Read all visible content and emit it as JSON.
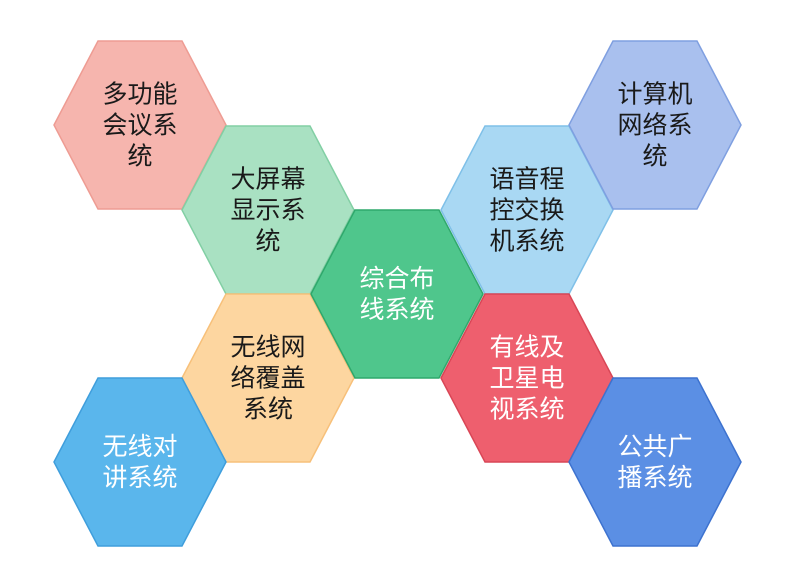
{
  "diagram": {
    "nodes": [
      {
        "id": "multi-meeting",
        "lines": [
          "多功能",
          "会议系",
          "统"
        ],
        "fill": "#F6B5AE",
        "stroke": "#EE9C93",
        "text_color": "#1a1a1a"
      },
      {
        "id": "large-screen",
        "lines": [
          "大屏幕",
          "显示系",
          "统"
        ],
        "fill": "#A9E1C2",
        "stroke": "#82CFA4",
        "text_color": "#1a1a1a"
      },
      {
        "id": "wireless-network",
        "lines": [
          "无线网",
          "络覆盖",
          "系统"
        ],
        "fill": "#FDD6A0",
        "stroke": "#F7C07A",
        "text_color": "#1a1a1a"
      },
      {
        "id": "wireless-intercom",
        "lines": [
          "无线对",
          "讲系统"
        ],
        "fill": "#5AB6EC",
        "stroke": "#3F9EDC",
        "text_color": "#ffffff"
      },
      {
        "id": "integrated-cabling",
        "lines": [
          "综合布",
          "线系统"
        ],
        "fill": "#4FC68C",
        "stroke": "#2FA86C",
        "text_color": "#ffffff"
      },
      {
        "id": "voice-pbx",
        "lines": [
          "语音程",
          "控交换",
          "机系统"
        ],
        "fill": "#A9D8F3",
        "stroke": "#7FC0E8",
        "text_color": "#1a1a1a"
      },
      {
        "id": "cable-satellite-tv",
        "lines": [
          "有线及",
          "卫星电",
          "视系统"
        ],
        "fill": "#EE5F6E",
        "stroke": "#D94656",
        "text_color": "#ffffff"
      },
      {
        "id": "computer-network",
        "lines": [
          "计算机",
          "网络系",
          "统"
        ],
        "fill": "#A9C0EE",
        "stroke": "#7F9FE0",
        "text_color": "#1a1a1a"
      },
      {
        "id": "public-broadcast",
        "lines": [
          "公共广",
          "播系统"
        ],
        "fill": "#5B8FE4",
        "stroke": "#3D72CF",
        "text_color": "#ffffff"
      }
    ]
  }
}
